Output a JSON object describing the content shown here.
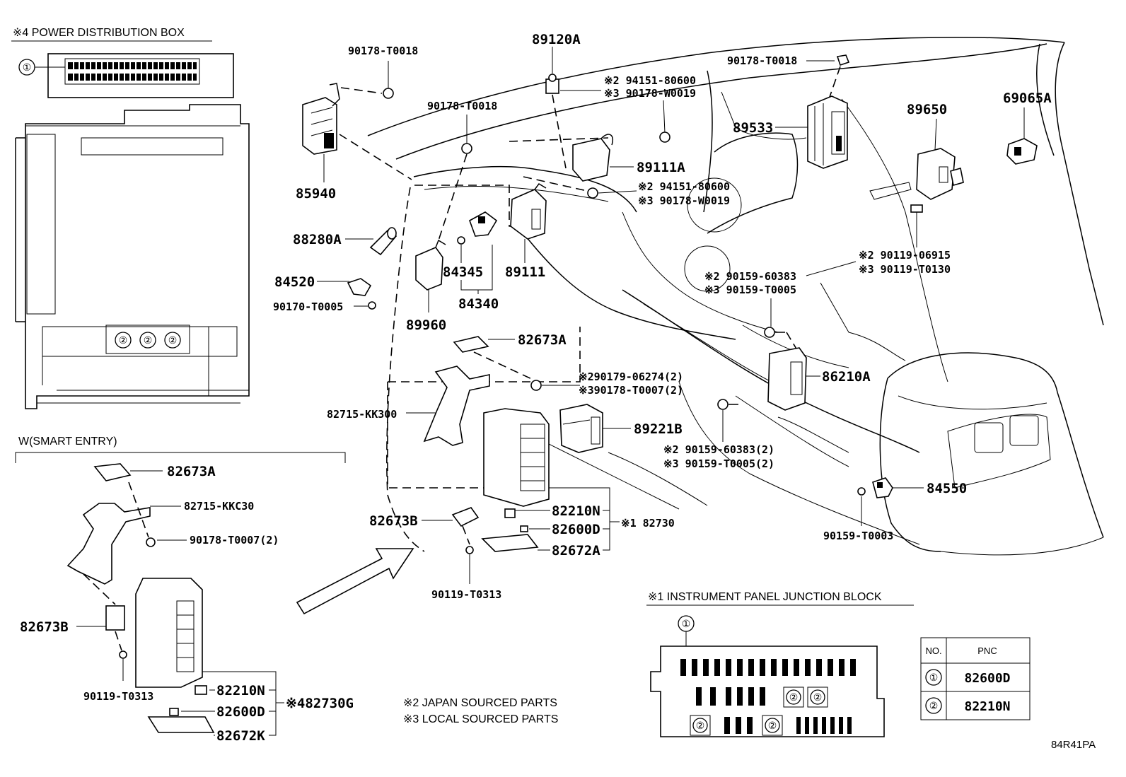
{
  "headers": {
    "power_box": "※4 POWER DISTRIBUTION BOX",
    "smart_entry": "W(SMART ENTRY)",
    "junction_block": "※1 INSTRUMENT PANEL JUNCTION BLOCK"
  },
  "notes": {
    "japan": "※2 JAPAN SOURCED PARTS",
    "local": "※3 LOCAL SOURCED PARTS"
  },
  "figure_code": "84R41PA",
  "callouts": {
    "c1": "①",
    "c2": "②"
  },
  "parts": {
    "p90178_t0018_a": "90178-T0018",
    "p89120a": "89120A",
    "p90178_t0018_b": "90178-T0018",
    "p94151_80600_a": "※2 94151-80600",
    "p90178_w0019_a": "※3 90178-W0019",
    "p90178_t0018_c": "90178-T0018",
    "p89533": "89533",
    "p89650": "89650",
    "p69065a": "69065A",
    "p89111a": "89111A",
    "p94151_80600_b": "※2 94151-80600",
    "p90178_w0019_b": "※3 90178-W0019",
    "p85940": "85940",
    "p88280a": "88280A",
    "p84345": "84345",
    "p89111": "89111",
    "p84520": "84520",
    "p90170_t0005": "90170-T0005",
    "p84340": "84340",
    "p89960": "89960",
    "p90119_06915": "※2 90119-06915",
    "p90119_t0130": "※3 90119-T0130",
    "p90159_60383_a": "※2 90159-60383",
    "p90159_t0005_a": "※3 90159-T0005",
    "p82673a_main": "82673A",
    "p90179_06274": "※290179-06274(2)",
    "p90178_t0007_main": "※390178-T0007(2)",
    "p86210a": "86210A",
    "p82715_kk300": "82715-KK300",
    "p89221b": "89221B",
    "p90159_60383_b": "※2 90159-60383(2)",
    "p90159_t0005_b": "※3 90159-T0005(2)",
    "p84550": "84550",
    "p82210n_main": "82210N",
    "p82730": "※1 82730",
    "p82673b_main": "82673B",
    "p82600d_main": "82600D",
    "p82672a": "82672A",
    "p90159_t0003": "90159-T0003",
    "p90119_t0313_main": "90119-T0313",
    "p82673a_se": "82673A",
    "p82715_kkc30": "82715-KKC30",
    "p90178_t0007_se": "90178-T0007(2)",
    "p82673b_se": "82673B",
    "p90119_t0313_se": "90119-T0313",
    "p82210n_se": "82210N",
    "p82730g": "※482730G",
    "p82600d_se": "82600D",
    "p82672k": "82672K"
  },
  "pnc_table": {
    "col_no": "NO.",
    "col_pnc": "PNC",
    "rows": [
      {
        "no": "①",
        "pnc": "82600D"
      },
      {
        "no": "②",
        "pnc": "82210N"
      }
    ]
  }
}
